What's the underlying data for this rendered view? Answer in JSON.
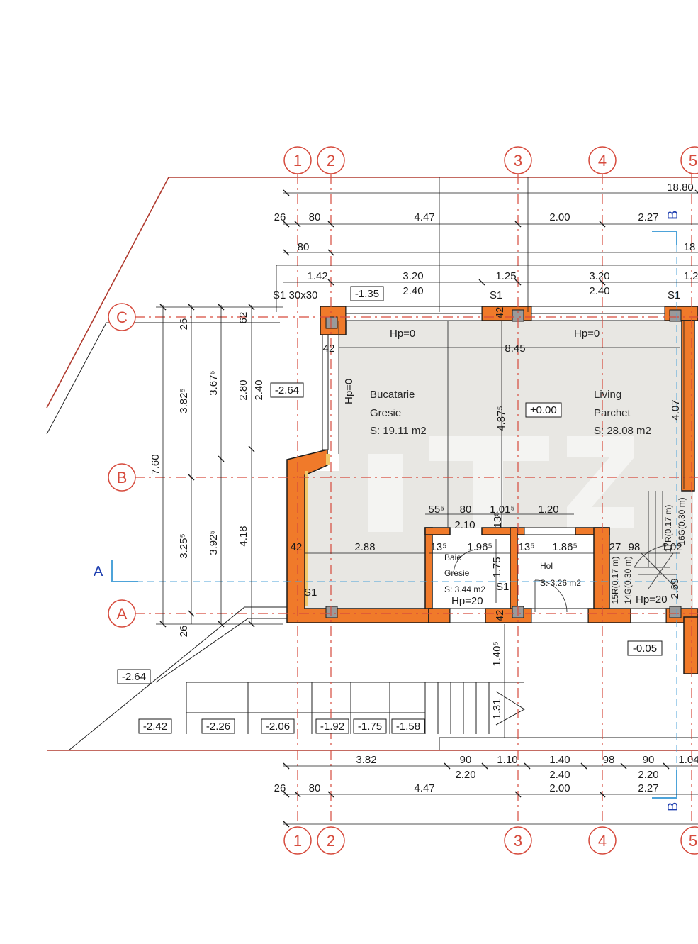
{
  "axes": {
    "vertical": [
      "1",
      "2",
      "3",
      "4",
      "5"
    ],
    "horizontal": [
      "C",
      "B",
      "A"
    ]
  },
  "section_marks": {
    "a": "A",
    "b_top": "B",
    "b_bottom": "B"
  },
  "rooms": [
    {
      "name": "Bucatarie",
      "finish": "Gresie",
      "area": "S: 19.11 m2"
    },
    {
      "name": "Living",
      "finish": "Parchet",
      "area": "S: 28.08 m2"
    },
    {
      "name": "Baie",
      "finish": "Gresie",
      "area": "S: 3.44 m2"
    },
    {
      "name": "Hol",
      "finish": "",
      "area": "S: 3.26 m2"
    }
  ],
  "levels": {
    "top_step": "-1.35",
    "left_terrace": "-2.64",
    "floor": "±0.00",
    "lower_left": "-2.64",
    "right_out": "-0.05",
    "steps": [
      "-2.42",
      "-2.26",
      "-2.06",
      "-1.92",
      "-1.75",
      "-1.58"
    ]
  },
  "heights": {
    "hp0_a": "Hp=0",
    "hp0_b": "Hp=0",
    "hp0_v": "Hp=0",
    "hp20_a": "Hp=20",
    "hp20_b": "Hp=20"
  },
  "column_labels": {
    "s1_a": "S1 30x30",
    "s1_b": "S1",
    "s1_c": "S1",
    "s1_d": "S1",
    "s1_e": "S1"
  },
  "dims_top": {
    "total": "18.80",
    "r2": {
      "a": "26",
      "b": "80",
      "c": "4.47",
      "d": "2.00",
      "e": "2.27"
    },
    "r3": {
      "a": "80",
      "b": "18"
    },
    "r4": {
      "a": "1.42",
      "b": "3.20",
      "c": "1.25",
      "d": "3.20",
      "e": "1.2"
    },
    "r4b": {
      "a": "2.40",
      "b": "2.40"
    }
  },
  "dims_left": {
    "a": "7.60",
    "b": "3.82⁵",
    "c": "3.25⁵",
    "d": "26",
    "e": "3.67⁵",
    "f": "3.92⁵",
    "g": "2.80",
    "h": "4.18",
    "i": "2.40",
    "j": "62",
    "k": "26"
  },
  "dims_inner": {
    "wall42a": "42",
    "wall42b": "42",
    "wall42c": "42",
    "wall42d": "42",
    "span845": "8.45",
    "h487": "4.87⁵",
    "h407": "4.07",
    "d555": "55⁵",
    "d80": "80",
    "d101": "1.01⁵",
    "d120": "1.20",
    "d210": "2.10",
    "d135": "13⁵",
    "d288": "2.88",
    "d135a": "13⁵",
    "d196": "1.96⁵",
    "d135b": "13⁵",
    "d186": "1.86⁵",
    "d27": "27",
    "d98": "98",
    "d102": "1.02",
    "d175": "1.75",
    "d140": "1.40⁵",
    "d131": "1.31",
    "d269": "2.69"
  },
  "stairs": {
    "a": "17R(0.17 m)",
    "b": "16G(0.30 m)",
    "c": "15R(0.17 m)",
    "d": "14G(0.30 m)"
  },
  "dims_bottom": {
    "r1": {
      "a": "3.82",
      "b": "90",
      "c": "1.10",
      "d": "1.40",
      "e": "98",
      "f": "90",
      "g": "1.04"
    },
    "r1b": {
      "a": "2.20",
      "b": "2.40",
      "c": "2.20"
    },
    "r2": {
      "a": "26",
      "b": "80",
      "c": "4.47",
      "d": "2.00",
      "e": "2.27"
    }
  },
  "colors": {
    "axis": "#d64a3c",
    "wall": "#f07a2a",
    "section": "#1f3fb0",
    "floor": "#e8e7e3"
  }
}
